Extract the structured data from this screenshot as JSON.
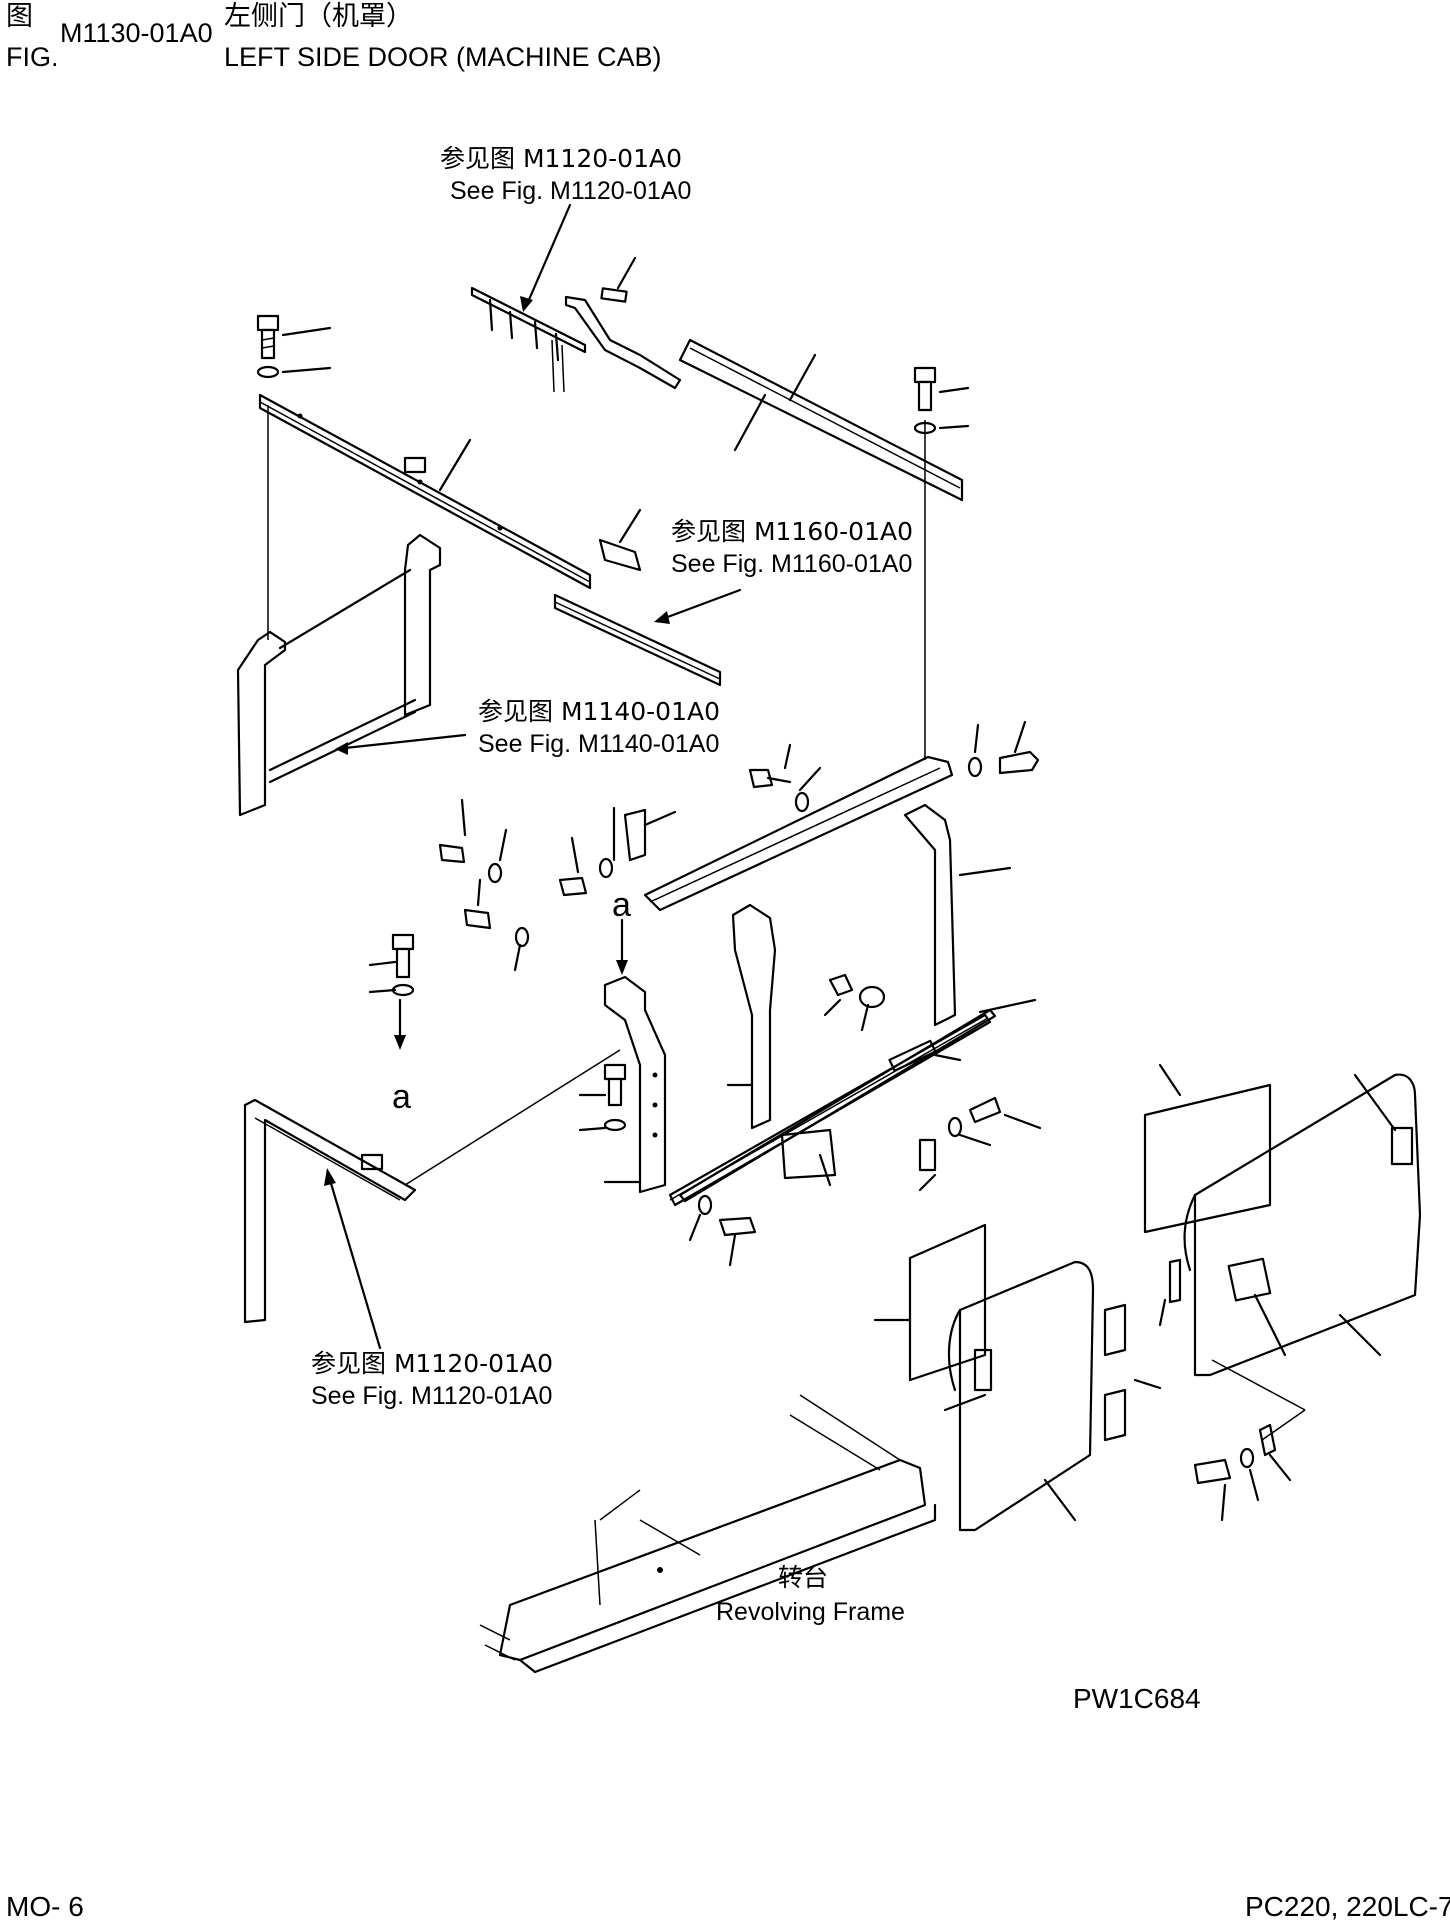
{
  "header": {
    "cn_prefix": "图",
    "fig_label": "FIG.",
    "fig_number": "M1130-01A0",
    "title_cn": "左侧门（机罩）",
    "title_en": "LEFT SIDE DOOR (MACHINE CAB)"
  },
  "references": [
    {
      "cn": "参见图 M1120-01A0",
      "en": "See Fig. M1120-01A0"
    },
    {
      "cn": "参见图 M1160-01A0",
      "en": "See Fig. M1160-01A0"
    },
    {
      "cn": "参见图 M1140-01A0",
      "en": "See Fig. M1140-01A0"
    },
    {
      "cn": "参见图 M1120-01A0",
      "en": "See Fig. M1120-01A0"
    }
  ],
  "revolving_frame": {
    "cn": "转台",
    "en": "Revolving Frame"
  },
  "markers": {
    "a_top": "a",
    "a_bottom": "a"
  },
  "drawing_code": "PW1C684",
  "footer": {
    "page": "MO- 6",
    "models": "PC220, 220LC-7"
  }
}
